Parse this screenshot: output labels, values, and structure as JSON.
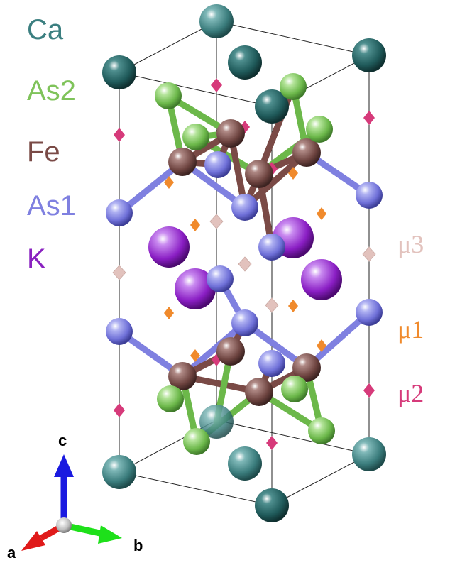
{
  "legend": {
    "ca": {
      "label": "Ca",
      "color": "#3b7f80"
    },
    "as2": {
      "label": "As2",
      "color": "#7fc35a"
    },
    "fe": {
      "label": "Fe",
      "color": "#7a4a46"
    },
    "as1": {
      "label": "As1",
      "color": "#7f80e0"
    },
    "k": {
      "label": "K",
      "color": "#8a22c0"
    }
  },
  "sites": {
    "mu3": {
      "label": "μ3",
      "color": "#e2c2bd"
    },
    "mu1": {
      "label": "μ1",
      "color": "#f08a2c"
    },
    "mu2": {
      "label": "μ2",
      "color": "#d63a7a"
    }
  },
  "axes": {
    "a": {
      "label": "a",
      "color": "#e01a1a"
    },
    "b": {
      "label": "b",
      "color": "#1ee01a"
    },
    "c": {
      "label": "c",
      "color": "#1a1ae0"
    }
  }
}
